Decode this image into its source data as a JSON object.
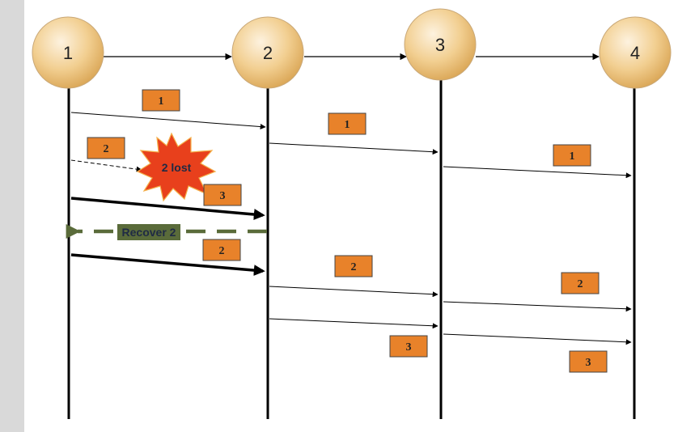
{
  "nodes": [
    {
      "id": "n1",
      "label": "1"
    },
    {
      "id": "n2",
      "label": "2"
    },
    {
      "id": "n3",
      "label": "3"
    },
    {
      "id": "n4",
      "label": "4"
    }
  ],
  "packets": [
    {
      "id": "p1",
      "label": "1"
    },
    {
      "id": "p2",
      "label": "1"
    },
    {
      "id": "p3",
      "label": "2"
    },
    {
      "id": "p4",
      "label": "1"
    },
    {
      "id": "p5",
      "label": "3"
    },
    {
      "id": "p6",
      "label": "2"
    },
    {
      "id": "p7",
      "label": "2"
    },
    {
      "id": "p8",
      "label": "2"
    },
    {
      "id": "p9",
      "label": "3"
    },
    {
      "id": "p10",
      "label": "3"
    }
  ],
  "annotations": {
    "lost": "2 lost",
    "recover": "Recover 2"
  },
  "colors": {
    "packet_fill": "#e8822a",
    "node_fill_center": "#fdf2df",
    "node_fill_edge": "#d9a453",
    "burst_fill": "#e8401c",
    "recover_arrow": "#5a6b3a"
  }
}
